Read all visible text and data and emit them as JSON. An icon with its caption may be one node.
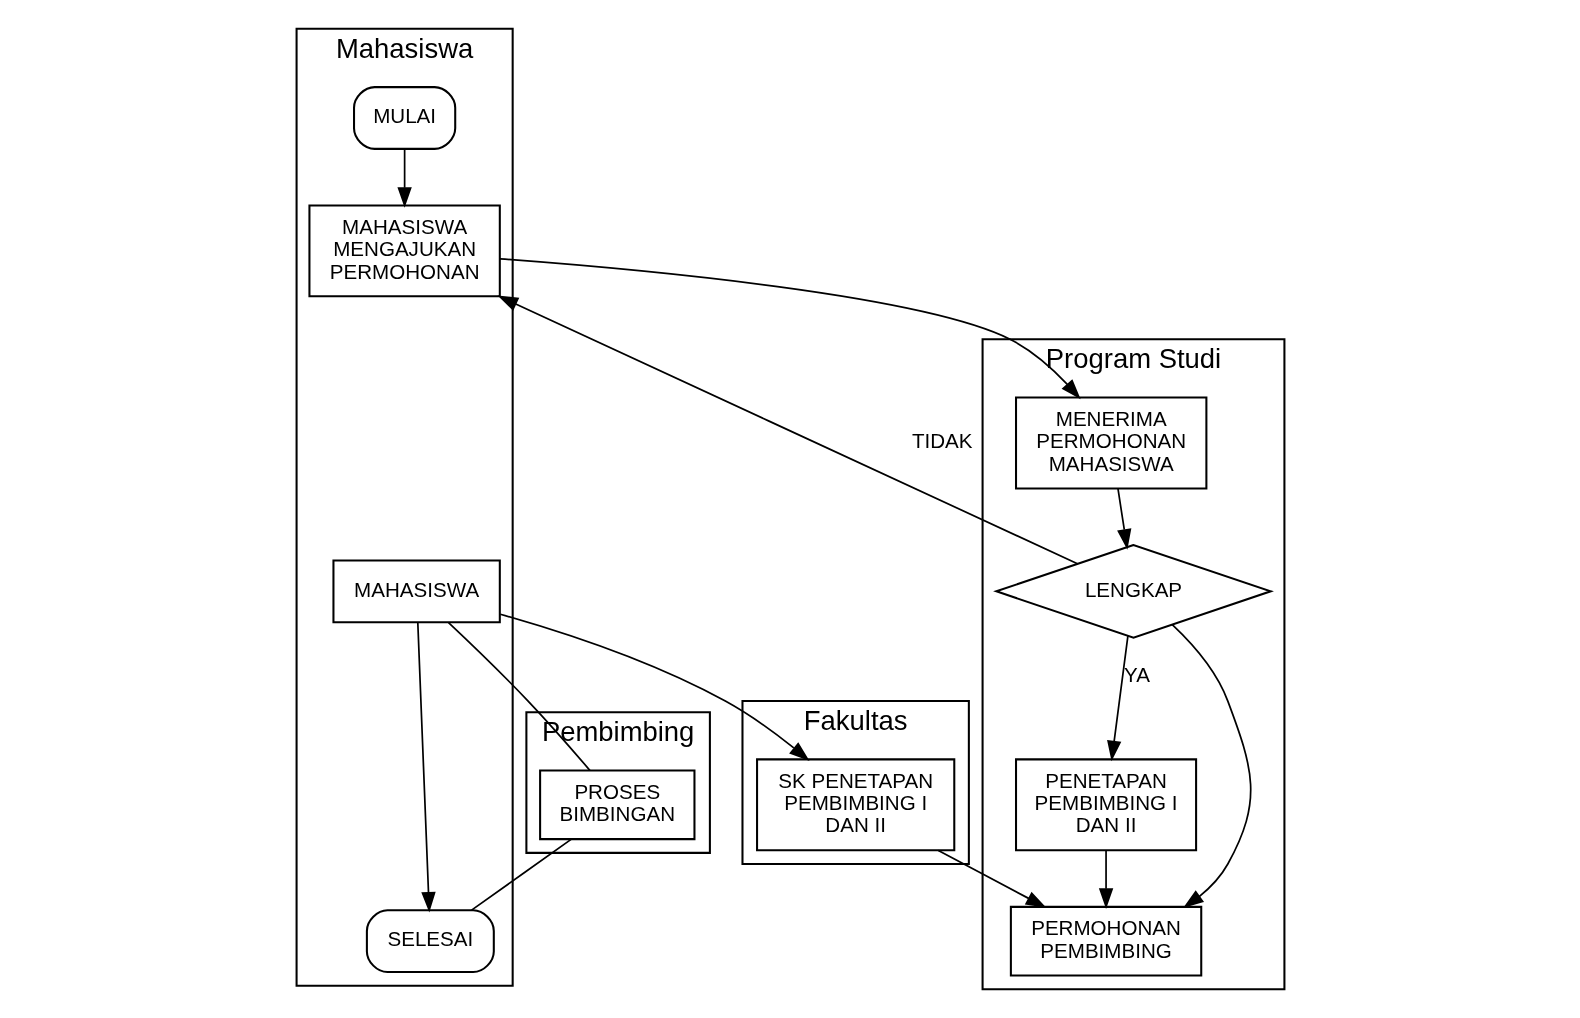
{
  "diagram": {
    "nodes": [
      {
        "text": [
          "Mahasiswa"
        ]
      },
      {
        "text": [
          "Program Studi"
        ]
      },
      {
        "text": [
          "Pembimbing"
        ]
      },
      {
        "text": [
          "Fakultas"
        ]
      },
      {
        "text": [
          "MULAI"
        ],
        "in": 0
      },
      {
        "text": [
          "MAHASISWA MENGAJUKAN PERMOHONAN"
        ],
        "in": 0
      },
      {
        "text": [
          "MENERIMA PERMOHONAN MAHASISWA"
        ],
        "in": 1
      },
      {
        "text": [
          "LENGKAP"
        ],
        "in": 1
      },
      {
        "text": [
          "PENETAPAN PEMBIMBING I DAN II"
        ],
        "in": 1
      },
      {
        "text": [
          "PERMOHONAN PEMBIMBING"
        ],
        "in": 1
      },
      {
        "text": [
          "SK PENETAPAN PEMBIMBING I DAN II"
        ],
        "in": 3
      },
      {
        "text": [
          "MAHASISWA"
        ],
        "in": 0
      },
      {
        "text": [
          "PROSES BIMBINGAN"
        ],
        "in": 2
      },
      {
        "text": [
          "SELESAI"
        ],
        "in": 0
      }
    ],
    "edges": [
      {
        "from": 4,
        "to": 5,
        "arrow": "to"
      },
      {
        "from": 5,
        "to": 6,
        "arrow": "to"
      },
      {
        "from": 6,
        "to": 7,
        "arrow": "to"
      },
      {
        "from": 7,
        "to": 5,
        "arrow": "to",
        "label": "TIDAK"
      },
      {
        "from": 7,
        "to": 8,
        "arrow": "to",
        "label": "YA"
      },
      {
        "from": 7,
        "to": 9,
        "arrow": "to"
      },
      {
        "from": 8,
        "to": 9,
        "arrow": "to"
      },
      {
        "from": 10,
        "to": 9,
        "arrow": "to"
      },
      {
        "from": 11,
        "to": 10,
        "arrow": "to"
      },
      {
        "from": 11,
        "to": 12,
        "arrow": "none"
      },
      {
        "from": 11,
        "to": 13,
        "arrow": "to"
      },
      {
        "from": 12,
        "to": 13,
        "arrow": "none"
      }
    ]
  }
}
